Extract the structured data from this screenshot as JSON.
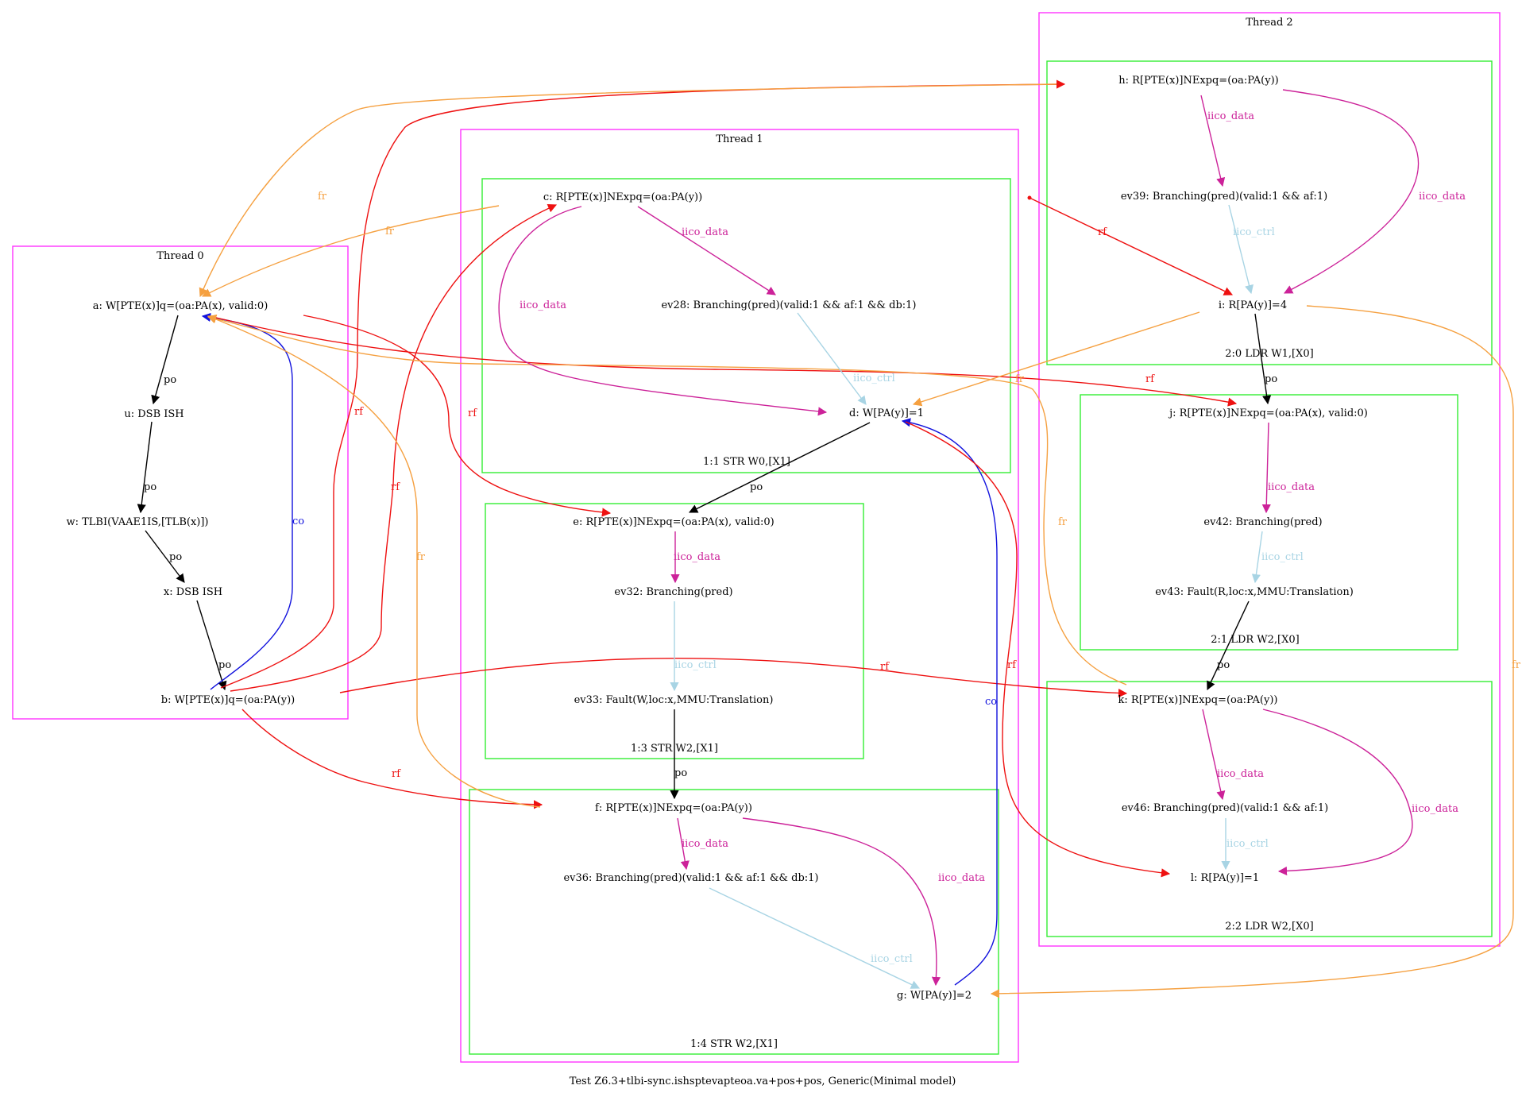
{
  "caption": "Test Z6.3+tlbi-sync.ishsptevapteoa.va+pos+pos, Generic(Minimal model)",
  "colors": {
    "thread_box": "#ff33ff",
    "instr_box": "#33ee33",
    "po": "#000000",
    "rf": "#ee1111",
    "fr": "#f5a040",
    "co": "#1111dd",
    "iico_data": "#cc2299",
    "iico_ctrl": "#a8d4e4"
  },
  "threads": [
    {
      "id": "t0",
      "label": "Thread 0"
    },
    {
      "id": "t1",
      "label": "Thread 1"
    },
    {
      "id": "t2",
      "label": "Thread 2"
    }
  ],
  "instructions": [
    {
      "id": "i11",
      "label": "1:1 STR W0,[X1]"
    },
    {
      "id": "i13",
      "label": "1:3 STR W2,[X1]"
    },
    {
      "id": "i14",
      "label": "1:4 STR W2,[X1]"
    },
    {
      "id": "i20",
      "label": "2:0 LDR W1,[X0]"
    },
    {
      "id": "i21",
      "label": "2:1 LDR W2,[X0]"
    },
    {
      "id": "i22",
      "label": "2:2 LDR W2,[X0]"
    }
  ],
  "nodes": {
    "a": "a: W[PTE(x)]q=(oa:PA(x), valid:0)",
    "u": "u: DSB ISH",
    "w": "w: TLBI(VAAE1IS,[TLB(x)])",
    "x": "x: DSB ISH",
    "b": "b: W[PTE(x)]q=(oa:PA(y))",
    "c": "c: R[PTE(x)]NExpq=(oa:PA(y))",
    "ev28": "ev28: Branching(pred)(valid:1 && af:1 && db:1)",
    "d": "d: W[PA(y)]=1",
    "e": "e: R[PTE(x)]NExpq=(oa:PA(x), valid:0)",
    "ev32": "ev32: Branching(pred)",
    "ev33": "ev33: Fault(W,loc:x,MMU:Translation)",
    "f": "f: R[PTE(x)]NExpq=(oa:PA(y))",
    "ev36": "ev36: Branching(pred)(valid:1 && af:1 && db:1)",
    "g": "g: W[PA(y)]=2",
    "h": "h: R[PTE(x)]NExpq=(oa:PA(y))",
    "ev39": "ev39: Branching(pred)(valid:1 && af:1)",
    "i": "i: R[PA(y)]=4",
    "j": "j: R[PTE(x)]NExpq=(oa:PA(x), valid:0)",
    "ev42": "ev42: Branching(pred)",
    "ev43": "ev43: Fault(R,loc:x,MMU:Translation)",
    "k": "k: R[PTE(x)]NExpq=(oa:PA(y))",
    "ev46": "ev46: Branching(pred)(valid:1 && af:1)",
    "l": "l: R[PA(y)]=1"
  },
  "edges": [
    {
      "id": "e_a_u",
      "type": "po",
      "label": "po"
    },
    {
      "id": "e_u_w",
      "type": "po",
      "label": "po"
    },
    {
      "id": "e_w_x",
      "type": "po",
      "label": "po"
    },
    {
      "id": "e_x_b",
      "type": "po",
      "label": "po"
    },
    {
      "id": "e_b_a",
      "type": "co",
      "label": "co"
    },
    {
      "id": "e_b_h",
      "type": "rf",
      "label": "rf"
    },
    {
      "id": "e_b_c",
      "type": "rf",
      "label": "rf"
    },
    {
      "id": "e_b_f",
      "type": "rf",
      "label": "rf"
    },
    {
      "id": "e_b_k",
      "type": "rf",
      "label": "rf"
    },
    {
      "id": "e_a_e",
      "type": "rf",
      "label": "rf"
    },
    {
      "id": "e_a_j",
      "type": "rf",
      "label": "rf"
    },
    {
      "id": "e_h_a",
      "type": "fr",
      "label": "fr"
    },
    {
      "id": "e_c_a",
      "type": "fr",
      "label": "fr"
    },
    {
      "id": "e_f_a",
      "type": "fr",
      "label": "fr"
    },
    {
      "id": "e_k_a",
      "type": "fr",
      "label": "fr"
    },
    {
      "id": "e_c_ev28",
      "type": "iico_data",
      "label": "iico_data"
    },
    {
      "id": "e_c_d",
      "type": "iico_data",
      "label": "iico_data"
    },
    {
      "id": "e_ev28_d",
      "type": "iico_ctrl",
      "label": "iico_ctrl"
    },
    {
      "id": "e_d_e",
      "type": "po",
      "label": "po"
    },
    {
      "id": "e_e_ev32",
      "type": "iico_data",
      "label": "iico_data"
    },
    {
      "id": "e_ev32_ev33",
      "type": "iico_ctrl",
      "label": "iico_ctrl"
    },
    {
      "id": "e_ev33_f",
      "type": "po",
      "label": "po"
    },
    {
      "id": "e_f_ev36",
      "type": "iico_data",
      "label": "iico_data"
    },
    {
      "id": "e_f_g",
      "type": "iico_data",
      "label": "iico_data"
    },
    {
      "id": "e_ev36_g",
      "type": "iico_ctrl",
      "label": "iico_ctrl"
    },
    {
      "id": "e_g_d",
      "type": "co",
      "label": "co"
    },
    {
      "id": "e_d_l",
      "type": "rf",
      "label": "rf"
    },
    {
      "id": "e_h_ev39",
      "type": "iico_data",
      "label": "iico_data"
    },
    {
      "id": "e_h_i",
      "type": "iico_data",
      "label": "iico_data"
    },
    {
      "id": "e_ev39_i",
      "type": "iico_ctrl",
      "label": "iico_ctrl"
    },
    {
      "id": "e_init_i",
      "type": "rf",
      "label": "rf"
    },
    {
      "id": "e_i_j",
      "type": "po",
      "label": "po"
    },
    {
      "id": "e_i_d",
      "type": "fr",
      "label": "fr"
    },
    {
      "id": "e_i_g",
      "type": "fr",
      "label": "fr"
    },
    {
      "id": "e_j_ev42",
      "type": "iico_data",
      "label": "iico_data"
    },
    {
      "id": "e_ev42_ev43",
      "type": "iico_ctrl",
      "label": "iico_ctrl"
    },
    {
      "id": "e_ev43_k",
      "type": "po",
      "label": "po"
    },
    {
      "id": "e_k_ev46",
      "type": "iico_data",
      "label": "iico_data"
    },
    {
      "id": "e_k_l",
      "type": "iico_data",
      "label": "iico_data"
    },
    {
      "id": "e_ev46_l",
      "type": "iico_ctrl",
      "label": "iico_ctrl"
    }
  ]
}
